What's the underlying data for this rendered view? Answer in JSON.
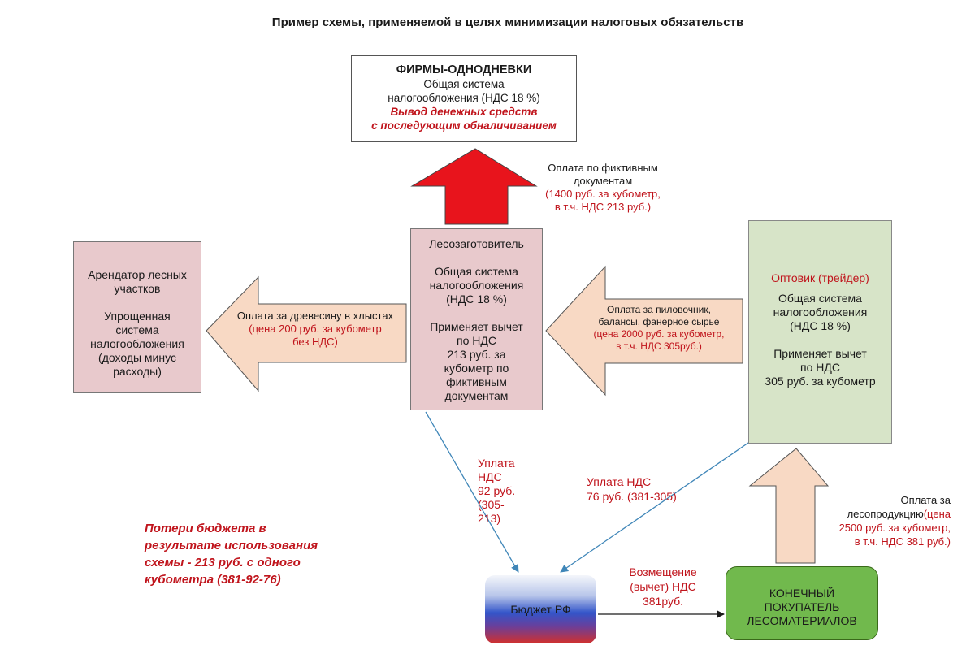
{
  "title": "Пример схемы, применяемой в целях минимизации налоговых обязательств",
  "shells": {
    "heading": "ФИРМЫ-ОДНОДНЕВКИ",
    "line1": "Общая система",
    "line2": "налогообложения (НДС 18 %)",
    "red1": "Вывод денежных средств",
    "red2": "с последующим обналичиванием"
  },
  "logger": {
    "name": "Лесозаготовитель",
    "lines": [
      "Общая система",
      "налогообложения",
      "(НДС 18 %)"
    ],
    "lines2": [
      "Применяет вычет",
      "по НДС",
      "213 руб. за",
      "кубометр по",
      "фиктивным",
      "документам"
    ]
  },
  "tenant": {
    "lines": [
      "Арендатор лесных",
      "участков"
    ],
    "lines2": [
      "Упрощенная",
      "система",
      "налогообложения",
      "(доходы минус",
      "расходы)"
    ]
  },
  "trader": {
    "name": "Оптовик (трейдер)",
    "lines": [
      "Общая система",
      "налогообложения",
      "(НДС 18 %)"
    ],
    "lines2": [
      "Применяет вычет",
      "по НДС",
      "305 руб. за кубометр"
    ]
  },
  "buyer": {
    "lines": [
      "КОНЕЧНЫЙ",
      "ПОКУПАТЕЛЬ",
      "ЛЕСОМАТЕРИАЛОВ"
    ]
  },
  "budget": {
    "label": "Бюджет РФ"
  },
  "notes": {
    "fictive_black1": "Оплата по фиктивным",
    "fictive_black2": "документам",
    "fictive_red1": "(1400 руб. за кубометр,",
    "fictive_red2": "в т.ч. НДС 213 руб.)",
    "wood_black": "Оплата за древесину в хлыстах",
    "wood_red1": "(цена 200 руб. за кубометр",
    "wood_red2": "без НДС)",
    "lumber_black1": "Оплата за пиловочник,",
    "lumber_black2": "балансы, фанерное сырье",
    "lumber_red1": "(цена 2000 руб. за кубометр,",
    "lumber_red2": "в т.ч. НДС 305руб.)",
    "product_black1": "Оплата за",
    "product_black2": "лесопродукцию",
    "product_red1": "(цена",
    "product_red2": "2500 руб. за кубометр,",
    "product_red3": "в т.ч. НДС 381 руб.)",
    "vat92": [
      "Уплата",
      "НДС",
      "92 руб.",
      "(305-",
      "213)"
    ],
    "vat76": [
      "Уплата НДС",
      "76 руб. (381-305)"
    ],
    "refund": [
      "Возмещение",
      "(вычет) НДС",
      "381руб."
    ],
    "loss": [
      "Потери бюджета в",
      "результате использования",
      "схемы - 213 руб. с одного",
      "кубометра (381-92-76)"
    ]
  },
  "colors": {
    "accent_red": "#c0141c",
    "arrow_peach": "#f8d9c4",
    "arrow_red": "#e8141c",
    "trader_green": "#d7e4c8",
    "buyer_green": "#71b94d",
    "pink": "#e8c9cc",
    "line_blue": "#3f86b8"
  }
}
